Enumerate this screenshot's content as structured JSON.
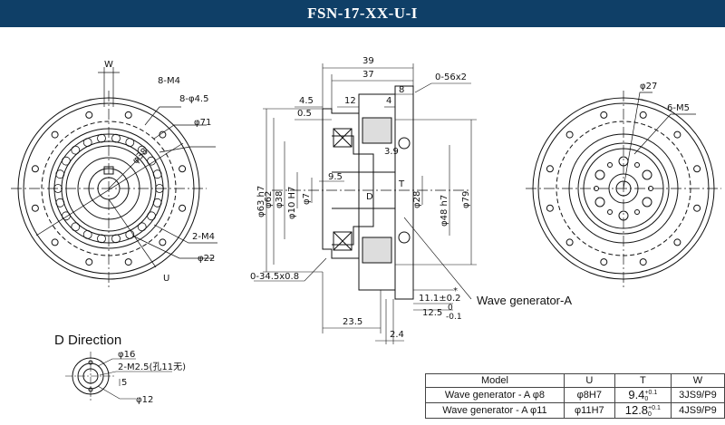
{
  "title": "FSN-17-XX-U-I",
  "left_view": {
    "labels": [
      "W",
      "8-M4",
      "8-φ4.5",
      "φ71",
      "φ38",
      "2-M4",
      "φ22",
      "U"
    ]
  },
  "side_view": {
    "top_dims": [
      "39",
      "37",
      "4.5",
      "12",
      "8",
      "4",
      "0.5"
    ],
    "left_dims": [
      "φ63 h7",
      "φ62",
      "φ38",
      "φ10 H7",
      "φ7",
      "9.5"
    ],
    "right_dims": [
      "φ28",
      "φ48 h7",
      "φ79",
      "3.9",
      "T",
      "D"
    ],
    "notes": [
      "0-56x2",
      "0-34.5x0.8",
      "11.1±0.2",
      "12.5",
      "-0.1",
      "0",
      "*",
      "23.5",
      "2.4"
    ],
    "wave_label": "Wave generator-A"
  },
  "right_view": {
    "labels": [
      "φ27",
      "6-M5"
    ]
  },
  "d_direction": {
    "heading": "D Direction",
    "labels": [
      "φ16",
      "2-M2.5(孔11无)",
      "5",
      "φ12"
    ]
  },
  "spec_table": {
    "headers": [
      "Model",
      "U",
      "T",
      "W"
    ],
    "rows": [
      [
        "Wave generator - A φ8",
        "φ8H7",
        "9.4",
        "+0.1",
        "0",
        "3JS9/P9"
      ],
      [
        "Wave generator - A φ11",
        "φ11H7",
        "12.8",
        "+0.1",
        "0",
        "4JS9/P9"
      ]
    ]
  }
}
